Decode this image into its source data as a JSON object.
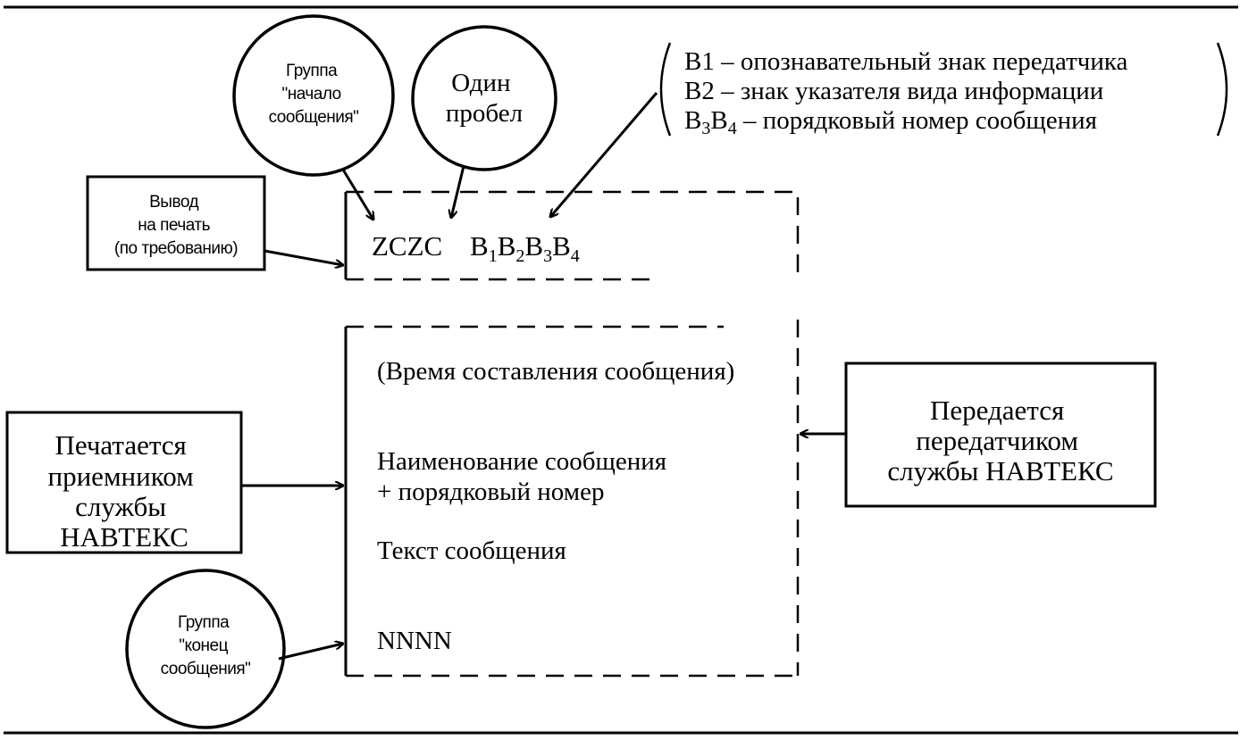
{
  "labels": {
    "group_start": [
      "Группа",
      "\"начало",
      "сообщения\""
    ],
    "one_space": [
      "Один",
      "пробел"
    ],
    "legend": {
      "b1": "B1 – опознавательный знак передатчика",
      "b2": "B2 – знак указателя вида информации",
      "b34_prefix": "B",
      "b34_sub1": "3",
      "b34_mid": "B",
      "b34_sub2": "4",
      "b34_text": " – порядковый номер сообщения"
    },
    "print_output": [
      "Вывод",
      "на печать",
      "(по требованию)"
    ],
    "header": {
      "zczc": "ZCZC",
      "b": "B",
      "sub1": "1",
      "sub2": "2",
      "sub3": "3",
      "sub4": "4"
    },
    "message": {
      "time": "(Время составления сообщения)",
      "name_line1": "Наименование сообщения",
      "name_line2": "+ порядковый номер",
      "text": "Текст сообщения",
      "end": "NNNN"
    },
    "receiver": [
      "Печатается",
      "приемником",
      "службы",
      "НАВТЕКС"
    ],
    "transmitter": [
      "Передается",
      "передатчиком",
      "службы НАВТЕКС"
    ],
    "group_end": [
      "Группа",
      "\"конец",
      "сообщения\""
    ]
  }
}
